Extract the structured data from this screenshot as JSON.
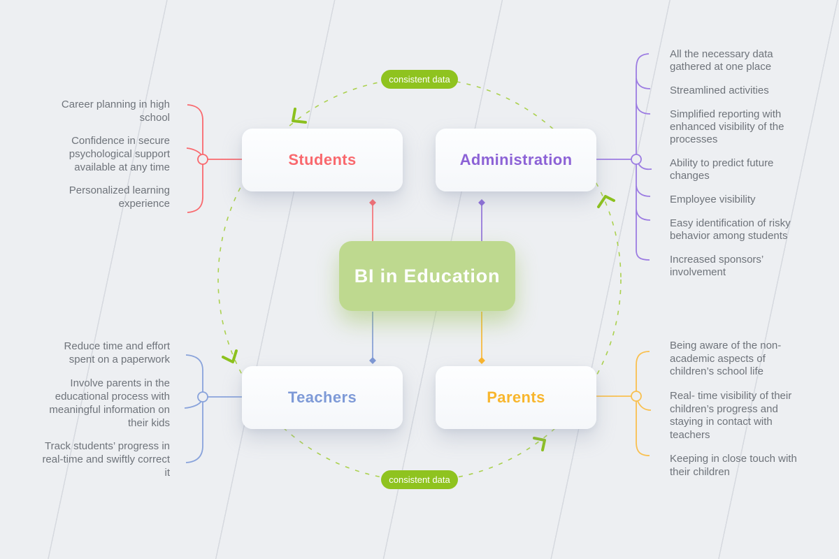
{
  "center": {
    "title": "BI in Education"
  },
  "circle_badges": {
    "top": "consistent data",
    "bottom": "consistent data"
  },
  "colors": {
    "background": "#edeff2",
    "center_box_green": "#bed98f",
    "badge_green": "#8fc31f",
    "dashed_circle_green": "#abd14f",
    "arrow_green": "#8cc11d",
    "students": "#f9696e",
    "administration": "#8c62d6",
    "teachers": "#7e9ad7",
    "parents": "#f8b62d",
    "bullet_text": "#6e737a"
  },
  "groups": [
    {
      "id": "students",
      "label": "Students",
      "color": "#f9696e",
      "items": [
        "Career planning in high school",
        "Confidence in secure psychological support available at any time",
        "Personalized learning experience"
      ]
    },
    {
      "id": "administration",
      "label": "Administration",
      "color": "#8c62d6",
      "items": [
        "All the necessary data gathered at one place",
        "Streamlined activities",
        "Simplified reporting with enhanced visibility of the processes",
        "Ability to predict future changes",
        "Employee visibility",
        "Easy identification of risky behavior among students",
        "Increased sponsors’ involvement"
      ]
    },
    {
      "id": "teachers",
      "label": "Teachers",
      "color": "#7e9ad7",
      "items": [
        "Reduce time and effort spent on a paperwork",
        "Involve parents in the educational process with meaningful information on their kids",
        "Track students’ progress in real-time and swiftly correct it"
      ]
    },
    {
      "id": "parents",
      "label": "Parents",
      "color": "#f8b62d",
      "items": [
        "Being aware of the non-academic aspects of children’s school life",
        "Real- time visibility of their children’s progress and staying in contact with teachers",
        "Keeping in close touch with their children"
      ]
    }
  ]
}
